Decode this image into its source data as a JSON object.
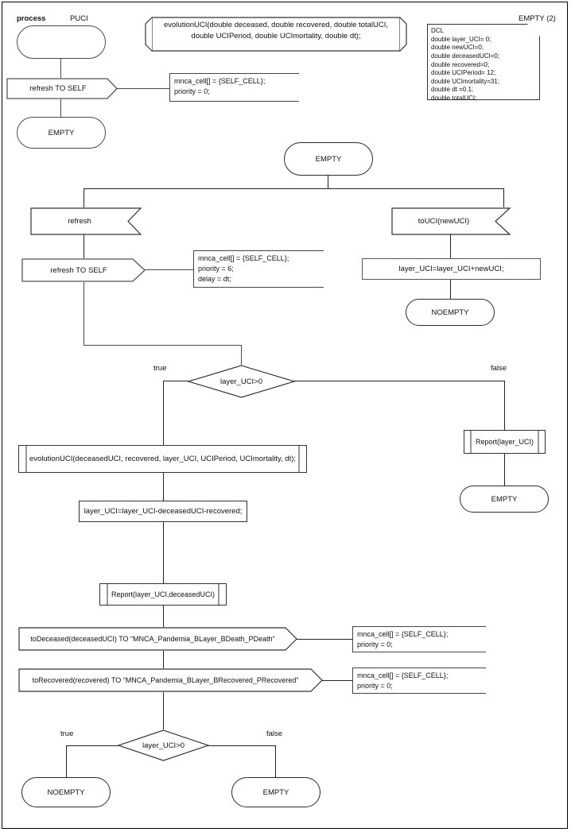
{
  "diagram": {
    "kind": "SDL process diagram",
    "header": {
      "keyword": "process",
      "process_name": "PUCI",
      "page_label": "EMPTY (2)"
    },
    "procedure_decl": {
      "line1": "evolutionUCI(double deceased, double recovered, double totalUCI,",
      "line2": "double UCIPeriod, double UCImortality, double dt);"
    },
    "dcl": {
      "title": "DCL",
      "lines": [
        "double layer_UCI= 0;",
        "double newUCI=0;",
        "double deceasedUCI=0;",
        "double recovered=0;",
        "double UCIPeriod= 12;",
        "double UCImortality=31;",
        "double dt =0.1;",
        "double totalUCI;"
      ]
    },
    "start": {
      "state_start_label": "",
      "output_refresh_self": "refresh TO SELF",
      "comment": [
        "mnca_cell[] = {SELF_CELL};",
        "priority = 0;"
      ],
      "next_state": "EMPTY"
    },
    "main_state": "EMPTY",
    "left_branch": {
      "input": "refresh",
      "output": "refresh TO SELF",
      "comment": [
        "mnca_cell[] = {SELF_CELL};",
        "priority = 6;",
        "delay = dt;"
      ]
    },
    "right_branch": {
      "input": "toUCI(newUCI)",
      "task": "layer_UCI=layer_UCI+newUCI;",
      "next_state": "NOEMPTY"
    },
    "decision_1": {
      "condition": "layer_UCI>0",
      "true_label": "true",
      "false_label": "false"
    },
    "true_path": {
      "procedure_call": "evolutionUCI(deceasedUCI, recovered, layer_UCI, UCIPeriod, UCImortality, dt);",
      "task": "layer_UCI=layer_UCI-deceasedUCI-recovered;",
      "report_call": "Report(layer_UCI,deceasedUCI)",
      "output_deceased": "toDeceased(deceasedUCI) TO “MNCA_Pandemia_BLayer_BDeath_PDeath”",
      "output_deceased_comment": [
        "mnca_cell[] = {SELF_CELL};",
        "priority = 0;"
      ],
      "output_recovered": "toRecovered(recovered) TO “MNCA_Pandemia_BLayer_BRecovered_PRecovered”",
      "output_recovered_comment": [
        "mnca_cell[] = {SELF_CELL};",
        "priority = 0;"
      ]
    },
    "false_path": {
      "report_call": "Report(layer_UCI)",
      "next_state": "EMPTY"
    },
    "decision_2": {
      "condition": "layer_UCI>0",
      "true_label": "true",
      "false_label": "false",
      "true_state": "NOEMPTY",
      "false_state": "EMPTY"
    },
    "colors": {
      "line": "#4a4a4a",
      "line_dark": "#222222",
      "text": "#111111",
      "background": "#ffffff"
    }
  }
}
